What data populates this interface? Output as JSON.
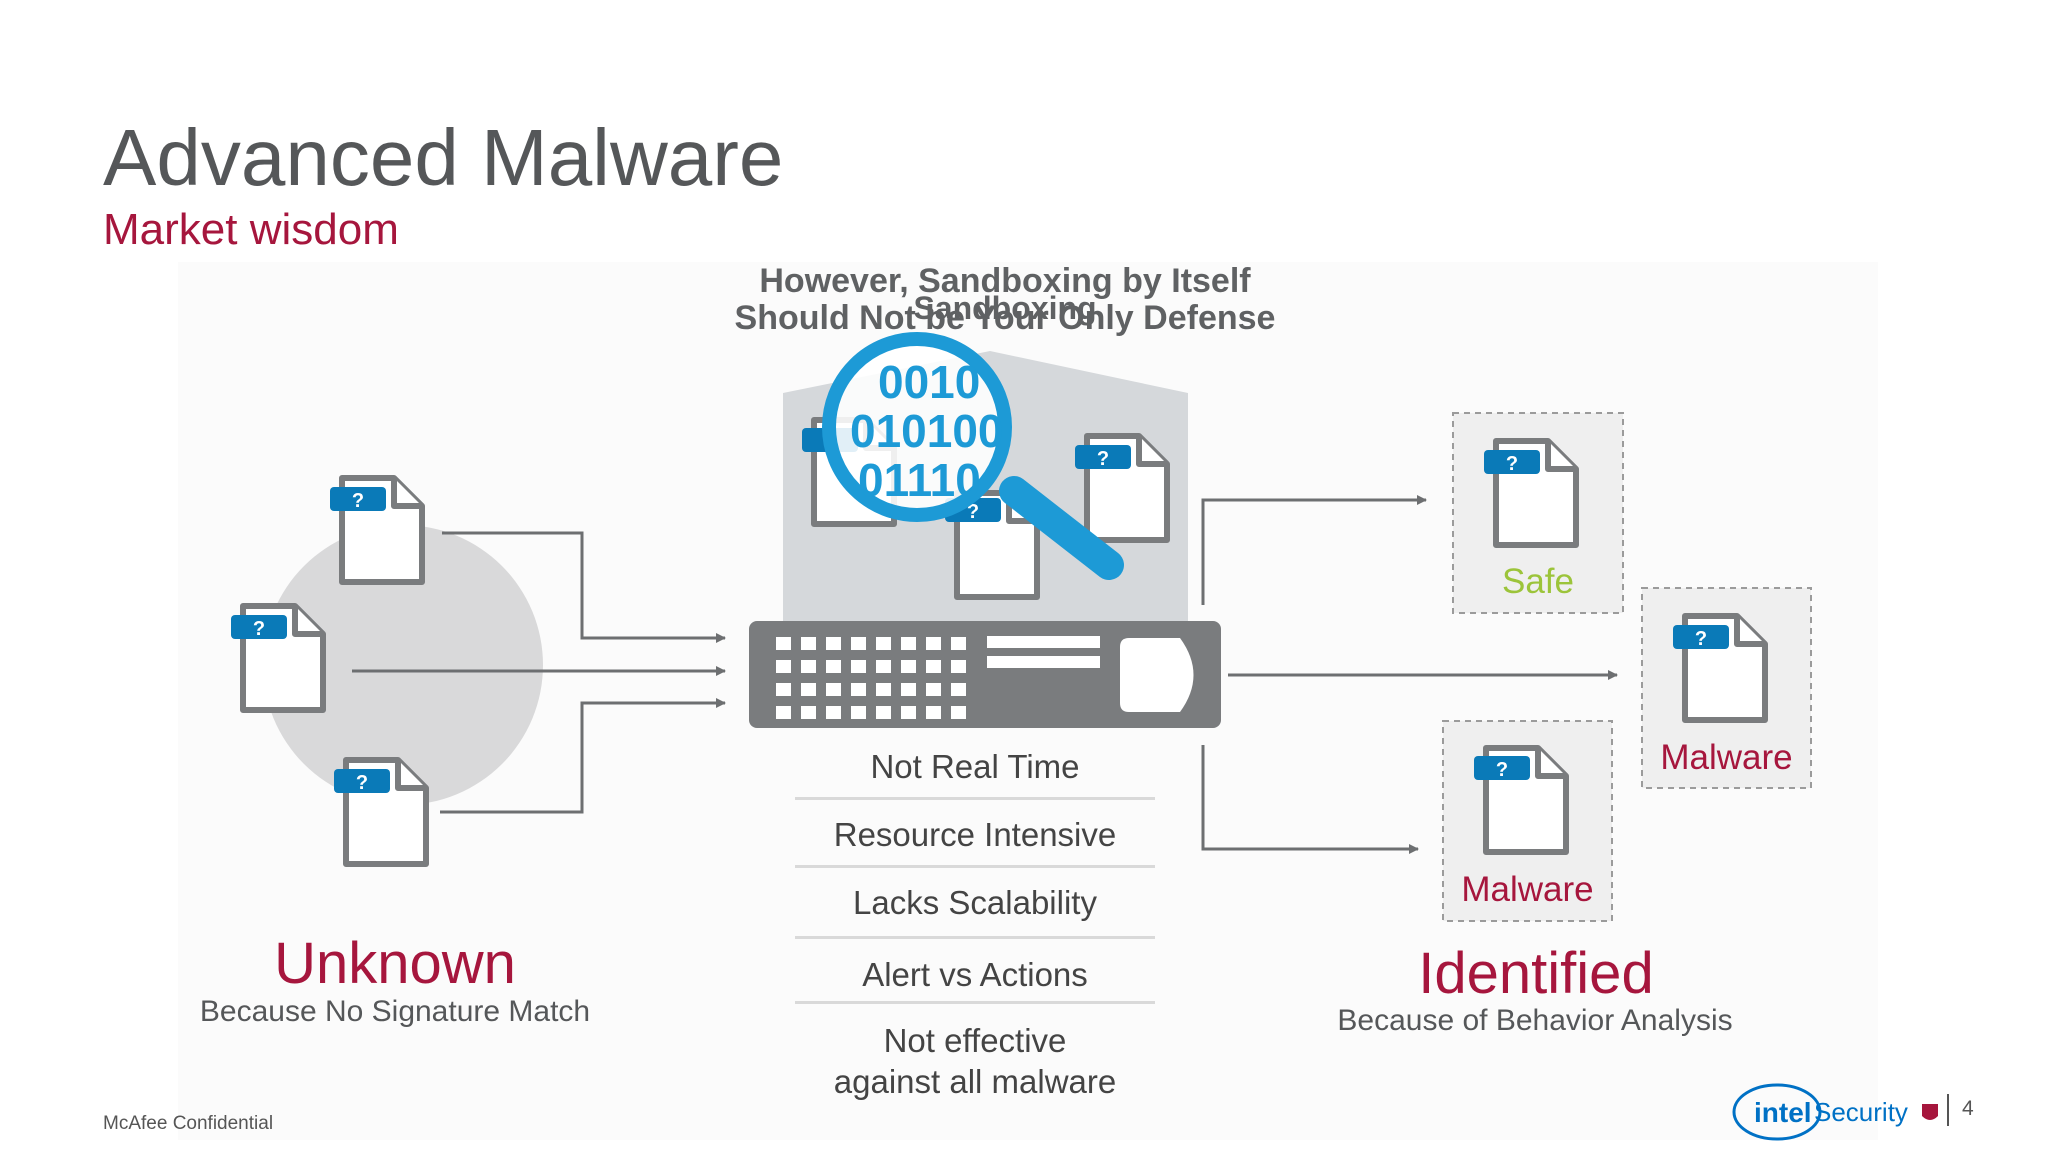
{
  "slide": {
    "title": "Advanced Malware",
    "subtitle": "Market wisdom",
    "overlay_heading_line1": "However, Sandboxing by Itself",
    "overlay_heading_line2": "Should Not be Your Only Defense",
    "overlay_sandbox_label": "Sandboxing",
    "magnifier_binary": [
      "0010",
      "010100",
      "01110"
    ],
    "file_badge": "?",
    "drawbacks": [
      "Not Real Time",
      "Resource Intensive",
      "Lacks Scalability",
      "Alert vs Actions",
      "Not effective",
      "against all malware"
    ],
    "unknown": {
      "heading": "Unknown",
      "caption": "Because No Signature Match"
    },
    "identified": {
      "heading": "Identified",
      "caption": "Because of Behavior Analysis"
    },
    "results": {
      "safe": "Safe",
      "malware_1": "Malware",
      "malware_2": "Malware"
    },
    "footer": "McAfee Confidential",
    "logo": {
      "brand": "intel",
      "product": "Security"
    },
    "page_number": "4"
  },
  "colors": {
    "title": "#555759",
    "accent": "#a6163d",
    "safe": "#9cc43a",
    "badge_blue": "#0a7ab8",
    "magnifier_blue": "#1d9ad6",
    "appliance": "#7a7c7e",
    "sandbox_bg": "#d5d8db"
  },
  "icons": [
    "file-icon",
    "magnifier-icon",
    "appliance-icon",
    "arrow-icon",
    "intel-logo-icon"
  ]
}
